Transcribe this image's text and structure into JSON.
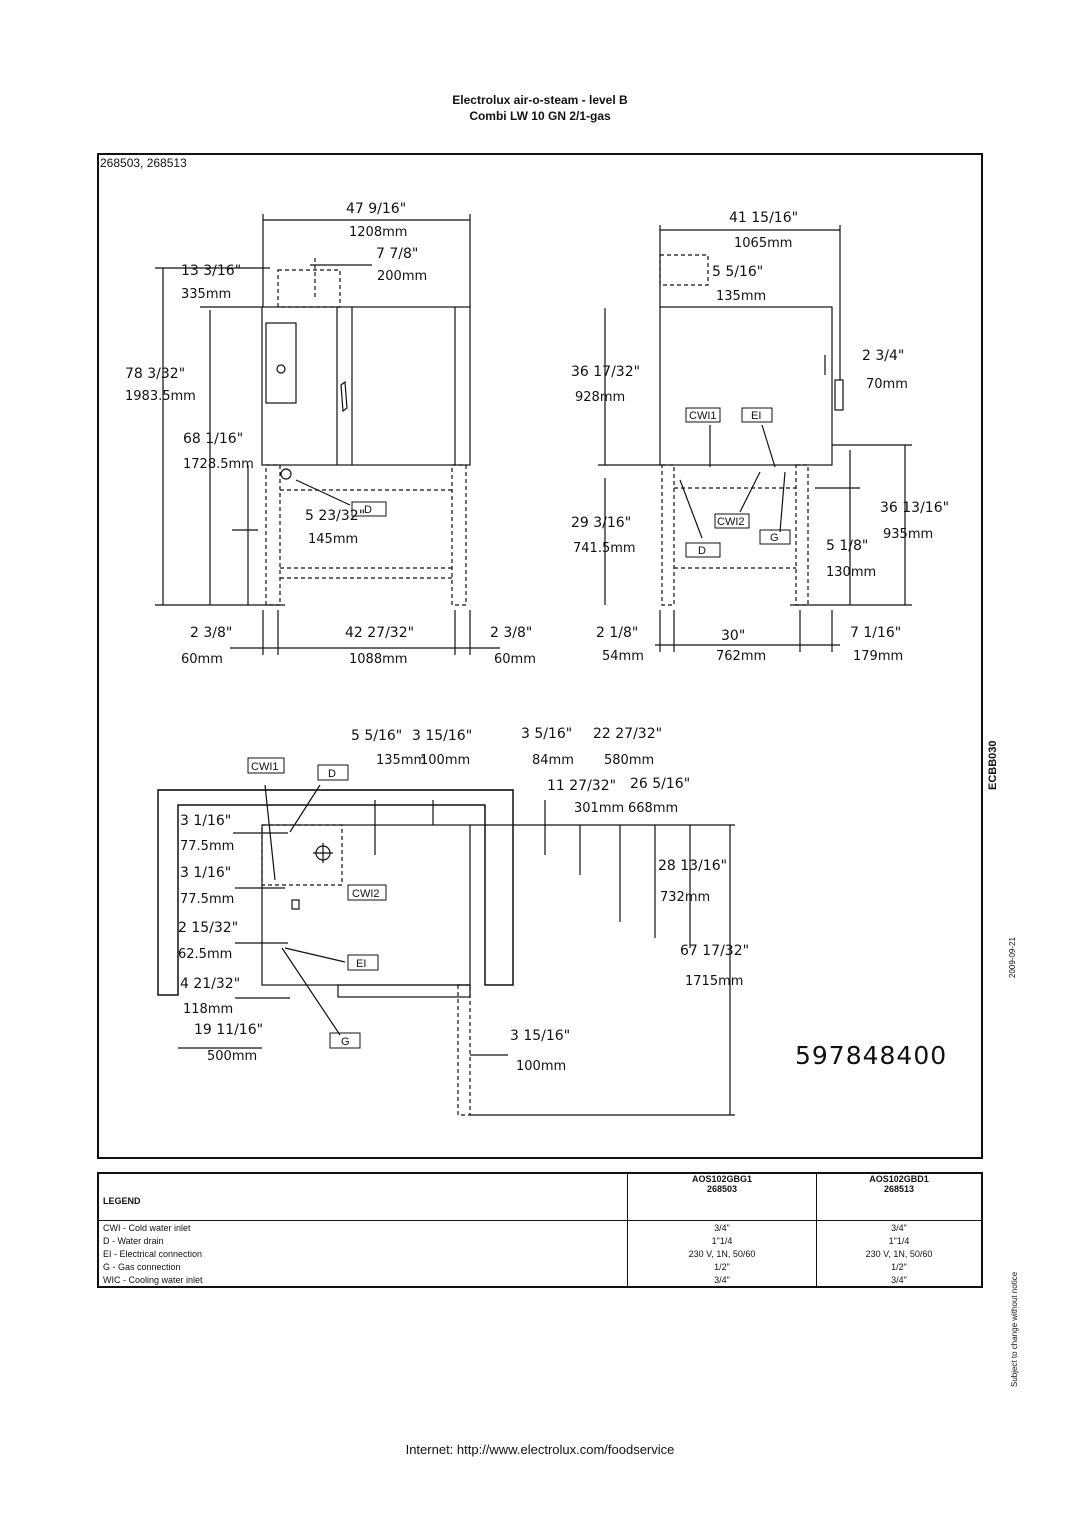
{
  "header": {
    "title_line1": "Electrolux air-o-steam - level B",
    "title_line2": "Combi LW 10 GN 2/1-gas"
  },
  "drawing": {
    "models": "268503, 268513",
    "doc_number": "597848400",
    "tags": [
      "D",
      "CWI1",
      "EI",
      "CWI2",
      "D",
      "G",
      "CWI1",
      "D",
      "CWI2",
      "EI",
      "G"
    ],
    "front_dims": [
      {
        "frac": "47 9/16\"",
        "mm": "1208mm"
      },
      {
        "frac": "7 7/8\"",
        "mm": "200mm"
      },
      {
        "frac": "13 3/16\"",
        "mm": "335mm"
      },
      {
        "frac": "78 3/32\"",
        "mm": "1983.5mm"
      },
      {
        "frac": "68 1/16\"",
        "mm": "1728.5mm"
      },
      {
        "frac": "5 23/32\"",
        "mm": "145mm"
      },
      {
        "frac": "2 3/8\"",
        "mm": "60mm"
      },
      {
        "frac": "42 27/32\"",
        "mm": "1088mm"
      },
      {
        "frac": "2 3/8\"",
        "mm": "60mm"
      }
    ],
    "side_dims": [
      {
        "frac": "41 15/16\"",
        "mm": "1065mm"
      },
      {
        "frac": "5 5/16\"",
        "mm": "135mm"
      },
      {
        "frac": "36 17/32\"",
        "mm": "928mm"
      },
      {
        "frac": "2 3/4\"",
        "mm": "70mm"
      },
      {
        "frac": "29 3/16\"",
        "mm": "741.5mm"
      },
      {
        "frac": "36 13/16\"",
        "mm": "935mm"
      },
      {
        "frac": "5 1/8\"",
        "mm": "130mm"
      },
      {
        "frac": "2 1/8\"",
        "mm": "54mm"
      },
      {
        "frac": "30\"",
        "mm": "762mm"
      },
      {
        "frac": "7 1/16\"",
        "mm": "179mm"
      }
    ],
    "top_dims": [
      {
        "frac": "5 5/16\"",
        "mm": "135mm"
      },
      {
        "frac": "3 15/16\"",
        "mm": "100mm"
      },
      {
        "frac": "3 5/16\"",
        "mm": "84mm"
      },
      {
        "frac": "22 27/32\"",
        "mm": "580mm"
      },
      {
        "frac": "11 27/32\"",
        "mm": "301mm"
      },
      {
        "frac": "26 5/16\"",
        "mm": "668mm"
      },
      {
        "frac": "3 1/16\"",
        "mm": "77.5mm"
      },
      {
        "frac": "3 1/16\"",
        "mm": "77.5mm"
      },
      {
        "frac": "28 13/16\"",
        "mm": "732mm"
      },
      {
        "frac": "2 15/32\"",
        "mm": "62.5mm"
      },
      {
        "frac": "67 17/32\"",
        "mm": "1715mm"
      },
      {
        "frac": "4 21/32\"",
        "mm": "118mm"
      },
      {
        "frac": "19 11/16\"",
        "mm": "500mm"
      },
      {
        "frac": "3 15/16\"",
        "mm": "100mm"
      }
    ]
  },
  "side": {
    "code": "ECBB030",
    "date": "2009-09-21",
    "note": "Subject to change without notice"
  },
  "legend": {
    "col1_line1": "AOS102GBG1",
    "col1_line2": "268503",
    "col2_line1": "AOS102GBD1",
    "col2_line2": "268513",
    "label": "LEGEND",
    "rows": [
      {
        "name": "CWI - Cold water inlet",
        "v1": "3/4\"",
        "v2": "3/4\""
      },
      {
        "name": "D - Water drain",
        "v1": "1\"1/4",
        "v2": "1\"1/4"
      },
      {
        "name": "EI - Electrical connection",
        "v1": "230 V, 1N, 50/60",
        "v2": "230 V, 1N, 50/60"
      },
      {
        "name": "G - Gas connection",
        "v1": "1/2\"",
        "v2": "1/2\""
      },
      {
        "name": "WIC - Cooling water inlet",
        "v1": "3/4\"",
        "v2": "3/4\""
      }
    ]
  },
  "footer": {
    "internet": "Internet: http://www.electrolux.com/foodservice"
  }
}
